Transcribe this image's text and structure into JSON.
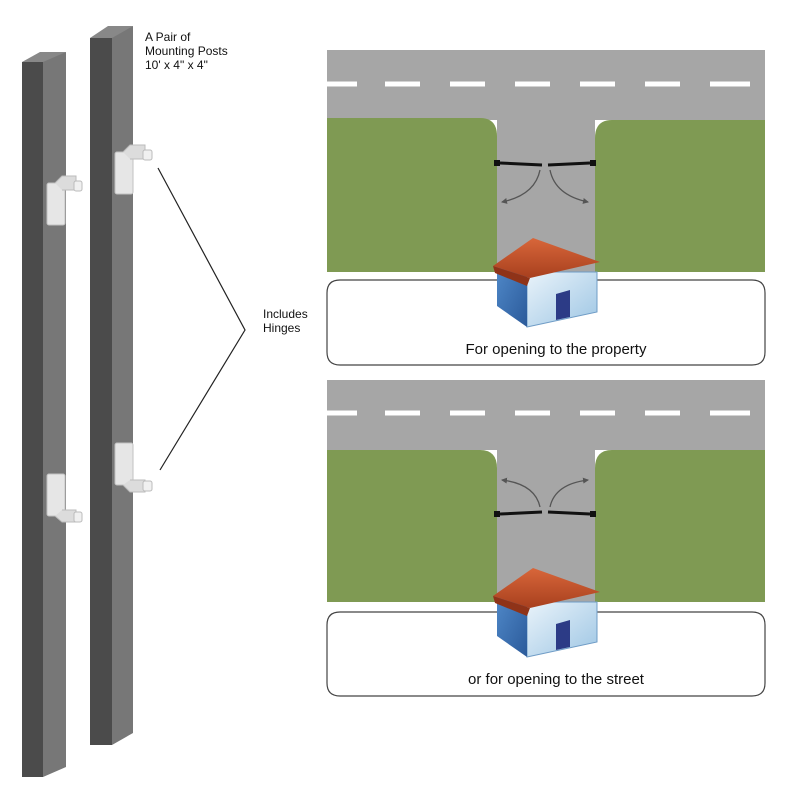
{
  "posts_label": [
    "A Pair of",
    "Mounting Posts",
    "10' x 4\" x 4\""
  ],
  "hinges_label": [
    "Includes",
    "Hinges"
  ],
  "diagrams": [
    {
      "caption": "For opening to the property",
      "swing": "inward"
    },
    {
      "caption": "or for opening to the street",
      "swing": "outward"
    }
  ],
  "colors": {
    "post_dark": "#4a4a4a",
    "post_light": "#737373",
    "road": "#a6a6a6",
    "grass": "#7f9a53",
    "roof": "#c8582f",
    "house_wall": "#a9d1ec",
    "door": "#2c3b86"
  }
}
